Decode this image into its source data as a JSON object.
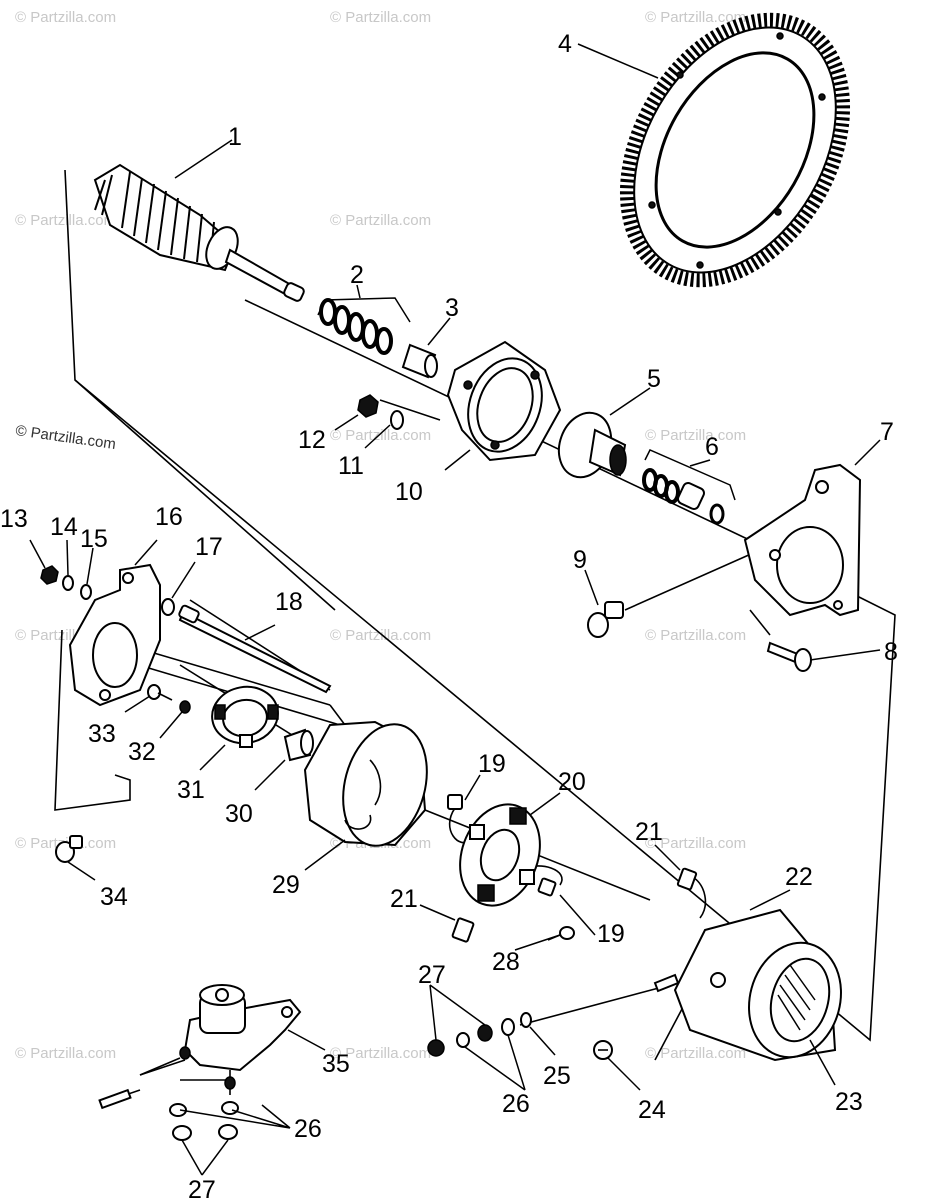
{
  "diagram": {
    "watermark": "© Partzilla.com",
    "callouts": [
      "1",
      "2",
      "3",
      "4",
      "5",
      "6",
      "7",
      "8",
      "9",
      "10",
      "11",
      "12",
      "13",
      "14",
      "15",
      "16",
      "17",
      "18",
      "19",
      "19",
      "20",
      "21",
      "21",
      "22",
      "23",
      "24",
      "25",
      "26",
      "26",
      "27",
      "27",
      "28",
      "29",
      "30",
      "31",
      "32",
      "33",
      "34",
      "35"
    ]
  }
}
